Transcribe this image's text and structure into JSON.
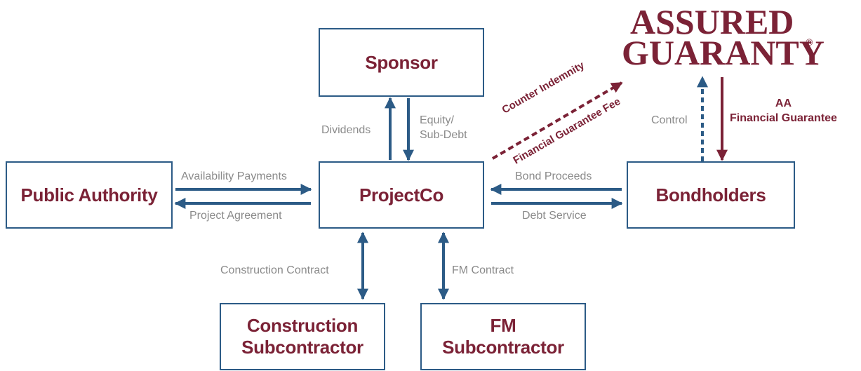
{
  "boxes": {
    "sponsor": "Sponsor",
    "public_authority": "Public Authority",
    "projectco": "ProjectCo",
    "bondholders": "Bondholders",
    "construction_sub": "Construction\nSubcontractor",
    "fm_sub": "FM\nSubcontractor"
  },
  "labels": {
    "dividends": "Dividends",
    "equity": "Equity/\nSub-Debt",
    "availability_payments": "Availability Payments",
    "project_agreement": "Project Agreement",
    "bond_proceeds": "Bond Proceeds",
    "debt_service": "Debt Service",
    "construction_contract": "Construction Contract",
    "fm_contract": "FM Contract",
    "control": "Control",
    "aa_guarantee": "AA\nFinancial Guarantee",
    "counter_indemnity": "Counter Indemnity",
    "guarantee_fee": "Financial Guarantee Fee"
  },
  "logo": {
    "line1": "ASSURED",
    "line2": "GUARANTY",
    "mark": "®"
  },
  "colors": {
    "box_border": "#2c5b86",
    "arrow_blue": "#2c5b86",
    "accent_maroon": "#7b2236",
    "label_gray": "#8a8a8a"
  }
}
